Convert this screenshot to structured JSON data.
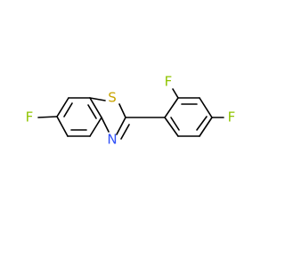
{
  "molecule": {
    "atoms": {
      "f_left": "F",
      "s_thiazole": "S",
      "n_thiazole": "N",
      "f_ortho": "F",
      "f_para": "F"
    },
    "colors": {
      "fluorine": "#8fc400",
      "sulfur": "#c9a400",
      "nitrogen": "#3050f8",
      "bond": "#000000",
      "background": "#ffffff"
    }
  }
}
